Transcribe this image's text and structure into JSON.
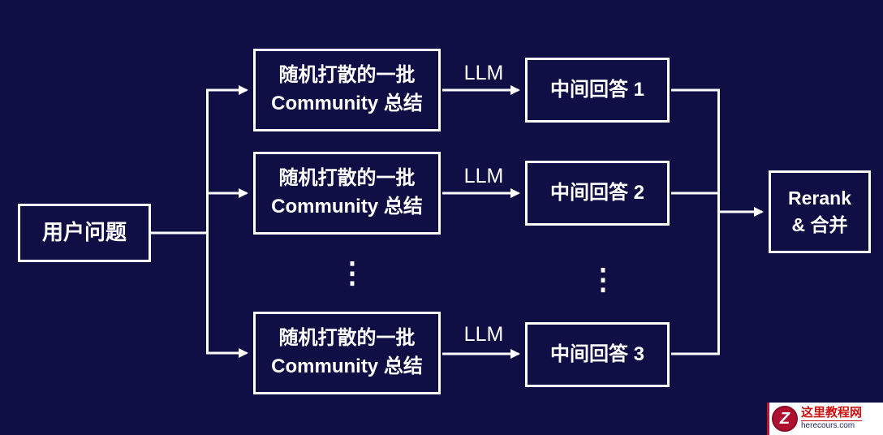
{
  "diagram": {
    "user_question": "用户问题",
    "community_boxes": [
      {
        "line1": "随机打散的一批",
        "line2": "Community 总结"
      },
      {
        "line1": "随机打散的一批",
        "line2": "Community 总结"
      },
      {
        "line1": "随机打散的一批",
        "line2": "Community 总结"
      }
    ],
    "llm_labels": [
      "LLM",
      "LLM",
      "LLM"
    ],
    "answer_boxes": [
      "中间回答 1",
      "中间回答 2",
      "中间回答 3"
    ],
    "rerank": {
      "line1": "Rerank",
      "line2": "& 合并"
    },
    "ellipsis": "⋮"
  },
  "watermark": {
    "logo_letter": "Z",
    "site_name": "这里教程网",
    "site_url": "herecours.com"
  },
  "colors": {
    "background": "#0f0f45",
    "box_border": "#ffffff",
    "text": "#ffffff",
    "watermark_red": "#c41425",
    "watermark_navy": "#222a66"
  }
}
